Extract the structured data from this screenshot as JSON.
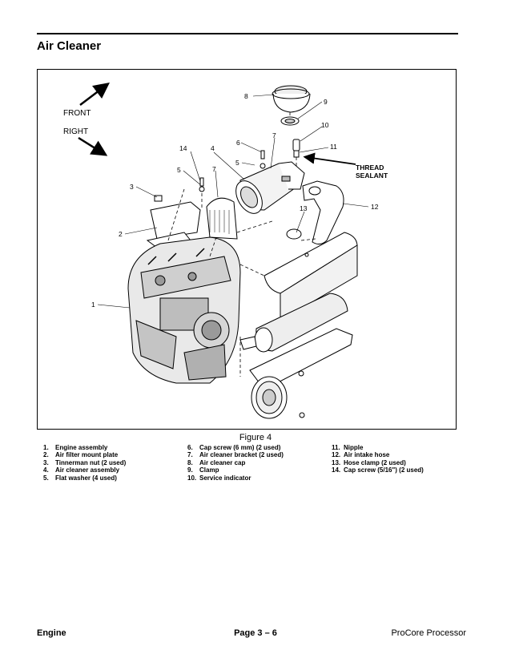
{
  "header": {
    "title": "Air Cleaner"
  },
  "figure": {
    "caption": "Figure 4",
    "directions": {
      "front": "FRONT",
      "right": "RIGHT"
    },
    "callout": {
      "line1": "THREAD",
      "line2": "SEALANT"
    },
    "callouts": [
      "1",
      "2",
      "3",
      "4",
      "5",
      "5",
      "6",
      "7",
      "7",
      "8",
      "9",
      "10",
      "11",
      "12",
      "13",
      "14"
    ]
  },
  "legend": {
    "col1": [
      {
        "n": "1.",
        "t": "Engine assembly"
      },
      {
        "n": "2.",
        "t": "Air filter mount plate"
      },
      {
        "n": "3.",
        "t": "Tinnerman nut (2 used)"
      },
      {
        "n": "4.",
        "t": "Air cleaner assembly"
      },
      {
        "n": "5.",
        "t": "Flat washer (4 used)"
      }
    ],
    "col2": [
      {
        "n": "6.",
        "t": "Cap screw (6 mm) (2 used)"
      },
      {
        "n": "7.",
        "t": "Air cleaner bracket (2 used)"
      },
      {
        "n": "8.",
        "t": "Air cleaner cap"
      },
      {
        "n": "9.",
        "t": "Clamp"
      },
      {
        "n": "10.",
        "t": "Service indicator"
      }
    ],
    "col3": [
      {
        "n": "11.",
        "t": "Nipple"
      },
      {
        "n": "12.",
        "t": "Air intake hose"
      },
      {
        "n": "13.",
        "t": "Hose clamp (2 used)"
      },
      {
        "n": "14.",
        "t": "Cap screw (5/16\") (2 used)"
      }
    ]
  },
  "footer": {
    "left": "Engine",
    "center": "Page 3 – 6",
    "right": "ProCore Processor"
  }
}
